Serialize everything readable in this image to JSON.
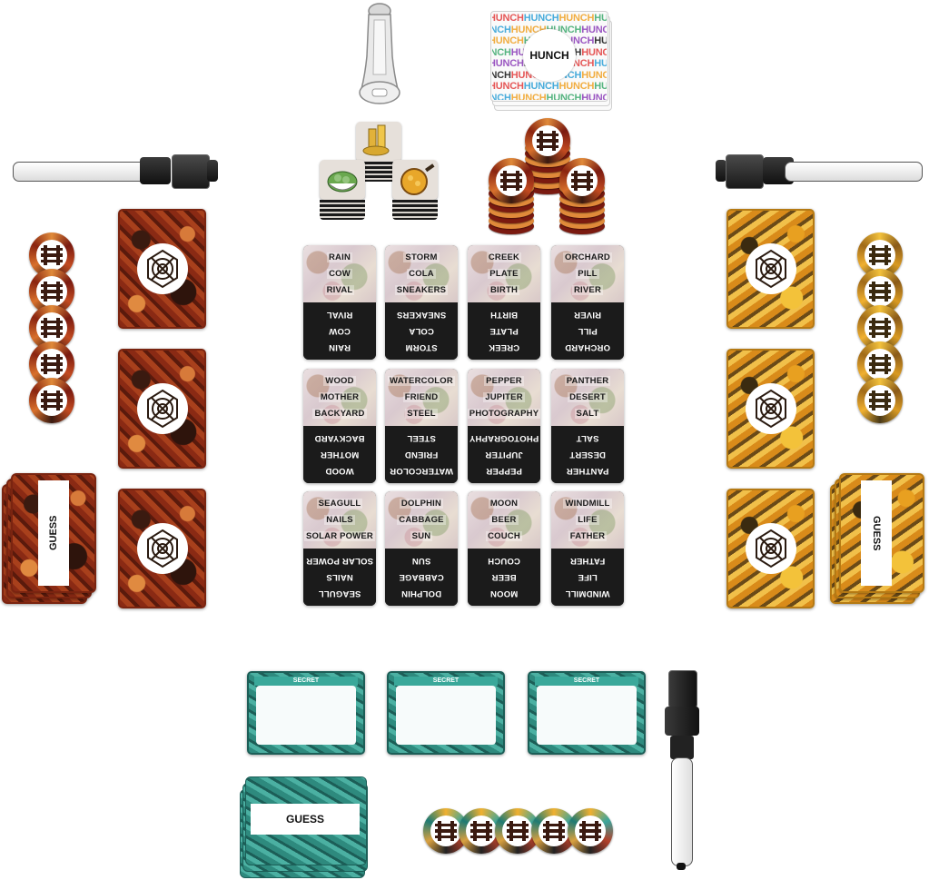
{
  "hunch_logo": "HUNCH",
  "hunch_word": "HUNCH",
  "word_cards": [
    [
      "RAIN",
      "COW",
      "RIVAL"
    ],
    [
      "STORM",
      "COLA",
      "SNEAKERS"
    ],
    [
      "CREEK",
      "PLATE",
      "BIRTH"
    ],
    [
      "ORCHARD",
      "PILL",
      "RIVER"
    ],
    [
      "WOOD",
      "MOTHER",
      "BACKYARD"
    ],
    [
      "WATERCOLOR",
      "FRIEND",
      "STEEL"
    ],
    [
      "PEPPER",
      "JUPITER",
      "PHOTOGRAPHY"
    ],
    [
      "PANTHER",
      "DESERT",
      "SALT"
    ],
    [
      "SEAGULL",
      "NAILS",
      "SOLAR POWER"
    ],
    [
      "DOLPHIN",
      "CABBAGE",
      "SUN"
    ],
    [
      "MOON",
      "BEER",
      "COUCH"
    ],
    [
      "WINDMILL",
      "LIFE",
      "FATHER"
    ]
  ],
  "guess_red": "GUESS",
  "guess_yellow": "GUESS",
  "guess_teal": "GUESS",
  "secret_boards": [
    "SECRET",
    "SECRET",
    "SECRET"
  ],
  "colors": {
    "red_team": "#a8401c",
    "yellow_team": "#f1c04a",
    "teal_team": "#3aa89a",
    "hunch_pattern": [
      "#e23b3b",
      "#2b9fd6",
      "#f0a020",
      "#3aa86b",
      "#8a3ab8",
      "#111111"
    ]
  },
  "icons": {
    "token_emblem": "hunch-h-emblem-icon",
    "card_emblem": "crossed-eye-hexagon-icon",
    "timer": "hourglass-timer-icon",
    "food": [
      "salad-bowl-icon",
      "gold-coins-icon",
      "noodle-pan-icon"
    ]
  }
}
